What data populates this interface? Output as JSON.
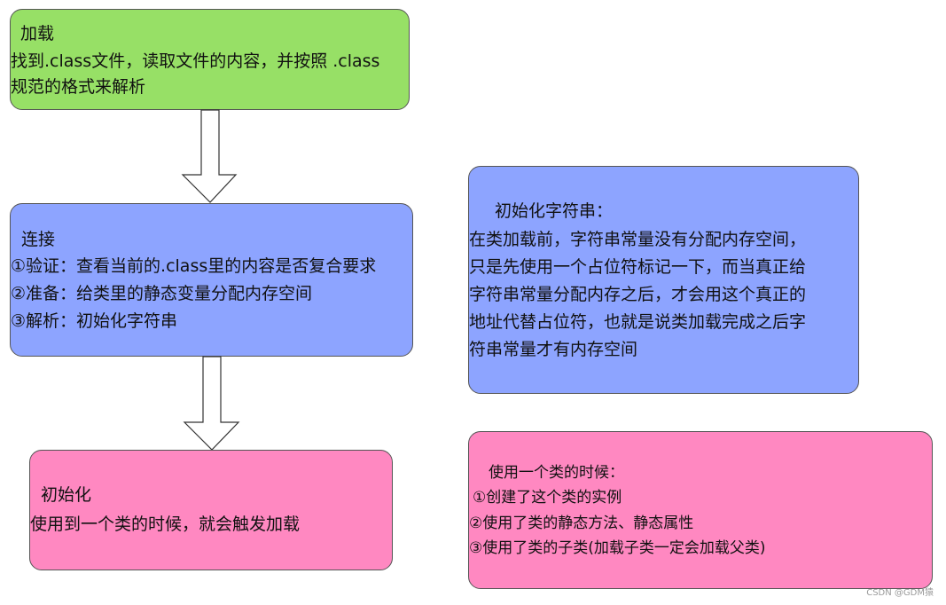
{
  "load": {
    "title": "加载",
    "lines": [
      "找到.class文件，读取文件的内容，并按照  .class",
      "规范的格式来解析"
    ]
  },
  "link": {
    "title": "连接",
    "lines": [
      "①验证：查看当前的.class里的内容是否复合要求",
      "②准备：给类里的静态变量分配内存空间",
      "③解析：初始化字符串"
    ]
  },
  "init": {
    "title": "初始化",
    "lines": [
      "使用到一个类的时候，就会触发加载"
    ]
  },
  "string_init": {
    "title": "初始化字符串：",
    "lines": [
      "在类加载前，字符串常量没有分配内存空间，",
      "只是先使用一个占位符标记一下，而当真正给",
      "字符串常量分配内存之后，才会用这个真正的",
      "地址代替占位符，也就是说类加载完成之后字",
      "符串常量才有内存空间"
    ]
  },
  "usage": {
    "title": "使用一个类的时候：",
    "lines": [
      "①创建了这个类的实例",
      "②使用了类的静态方法、静态属性",
      "③使用了类的子类(加载子类一定会加载父类)"
    ]
  },
  "watermark": "CSDN @GDM猿",
  "colors": {
    "green": "#97e066",
    "blue": "#8da4ff",
    "pink": "#ff88c1"
  }
}
